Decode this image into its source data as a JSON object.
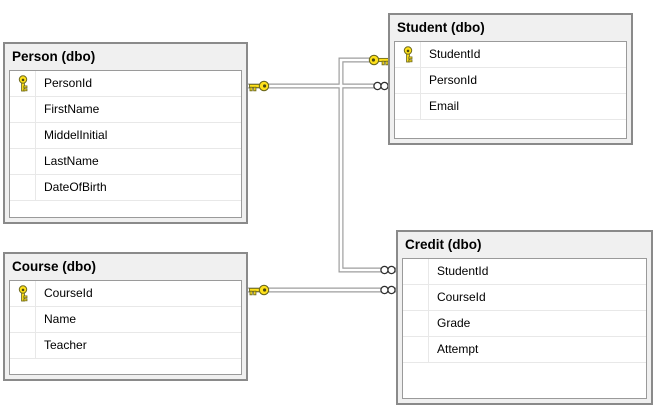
{
  "diagram": {
    "tables": [
      {
        "title": "Person (dbo)",
        "columns": [
          {
            "name": "PersonId",
            "primary_key": true
          },
          {
            "name": "FirstName",
            "primary_key": false
          },
          {
            "name": "MiddelInitial",
            "primary_key": false
          },
          {
            "name": "LastName",
            "primary_key": false
          },
          {
            "name": "DateOfBirth",
            "primary_key": false
          }
        ]
      },
      {
        "title": "Student (dbo)",
        "columns": [
          {
            "name": "StudentId",
            "primary_key": true
          },
          {
            "name": "PersonId",
            "primary_key": false
          },
          {
            "name": "Email",
            "primary_key": false
          }
        ]
      },
      {
        "title": "Course (dbo)",
        "columns": [
          {
            "name": "CourseId",
            "primary_key": true
          },
          {
            "name": "Name",
            "primary_key": false
          },
          {
            "name": "Teacher",
            "primary_key": false
          }
        ]
      },
      {
        "title": "Credit (dbo)",
        "columns": [
          {
            "name": "StudentId",
            "primary_key": false
          },
          {
            "name": "CourseId",
            "primary_key": false
          },
          {
            "name": "Grade",
            "primary_key": false
          },
          {
            "name": "Attempt",
            "primary_key": false
          }
        ]
      }
    ],
    "relationships": [
      {
        "pk_side": "Person (dbo)",
        "fk_side": "Student (dbo)",
        "pk_marker": "key",
        "fk_marker": "infinity"
      },
      {
        "pk_side": "Student (dbo)",
        "fk_side": "Credit (dbo)",
        "pk_marker": "key",
        "fk_marker": "infinity"
      },
      {
        "pk_side": "Course (dbo)",
        "fk_side": "Credit (dbo)",
        "pk_marker": "key",
        "fk_marker": "infinity"
      }
    ],
    "icons": {
      "primary_key_icon": "🔑",
      "many_icon": "∞"
    },
    "colors": {
      "background": "#FFFFFF",
      "table_header": "#F0F0F0",
      "table_border": "#8A8A8A",
      "fields_border": "#9A9A9A",
      "row_separator": "#E8E8E8",
      "connector_gray": "#9E9E9E",
      "key_yellow": "#FFE11A",
      "key_outline": "#6E6A1E",
      "text": "#000000"
    }
  }
}
